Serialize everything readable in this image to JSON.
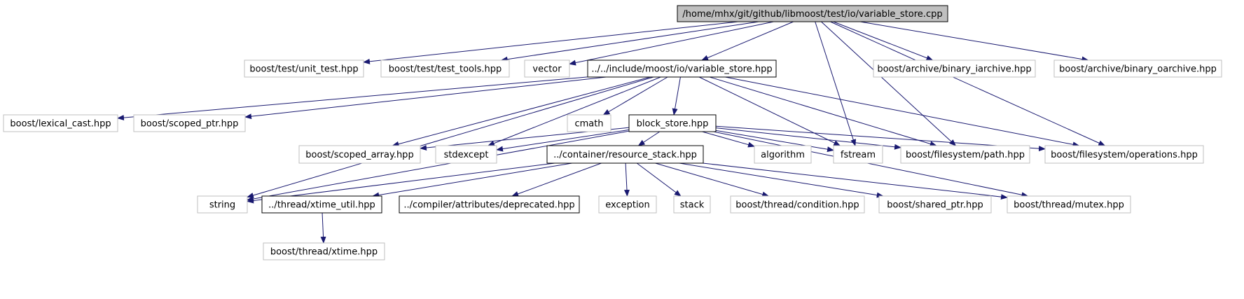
{
  "colors": {
    "edge": "#191970",
    "node_border_grey": "#bfbfbf",
    "node_border_black": "#000000",
    "root_fill": "#bfbfbf",
    "background": "#ffffff"
  },
  "nodes": [
    {
      "id": "root",
      "label": "/home/mhx/git/github/libmoost/test/io/variable_store.cpp",
      "style": "root"
    },
    {
      "id": "unit_test",
      "label": "boost/test/unit_test.hpp",
      "style": "grey"
    },
    {
      "id": "test_tools",
      "label": "boost/test/test_tools.hpp",
      "style": "grey"
    },
    {
      "id": "vector",
      "label": "vector",
      "style": "grey"
    },
    {
      "id": "variable_store_hpp",
      "label": "../../include/moost/io/variable_store.hpp",
      "style": "black"
    },
    {
      "id": "binary_iarchive",
      "label": "boost/archive/binary_iarchive.hpp",
      "style": "grey"
    },
    {
      "id": "binary_oarchive",
      "label": "boost/archive/binary_oarchive.hpp",
      "style": "grey"
    },
    {
      "id": "lexical_cast",
      "label": "boost/lexical_cast.hpp",
      "style": "grey"
    },
    {
      "id": "scoped_ptr",
      "label": "boost/scoped_ptr.hpp",
      "style": "grey"
    },
    {
      "id": "cmath",
      "label": "cmath",
      "style": "grey"
    },
    {
      "id": "block_store",
      "label": "block_store.hpp",
      "style": "black"
    },
    {
      "id": "scoped_array",
      "label": "boost/scoped_array.hpp",
      "style": "grey"
    },
    {
      "id": "stdexcept",
      "label": "stdexcept",
      "style": "grey"
    },
    {
      "id": "resource_stack",
      "label": "../container/resource_stack.hpp",
      "style": "black"
    },
    {
      "id": "algorithm",
      "label": "algorithm",
      "style": "grey"
    },
    {
      "id": "fstream",
      "label": "fstream",
      "style": "grey"
    },
    {
      "id": "fs_path",
      "label": "boost/filesystem/path.hpp",
      "style": "grey"
    },
    {
      "id": "fs_operations",
      "label": "boost/filesystem/operations.hpp",
      "style": "grey"
    },
    {
      "id": "string",
      "label": "string",
      "style": "grey"
    },
    {
      "id": "xtime_util",
      "label": "../thread/xtime_util.hpp",
      "style": "black"
    },
    {
      "id": "deprecated",
      "label": "../compiler/attributes/deprecated.hpp",
      "style": "black"
    },
    {
      "id": "exception",
      "label": "exception",
      "style": "grey"
    },
    {
      "id": "stack",
      "label": "stack",
      "style": "grey"
    },
    {
      "id": "condition",
      "label": "boost/thread/condition.hpp",
      "style": "grey"
    },
    {
      "id": "shared_ptr",
      "label": "boost/shared_ptr.hpp",
      "style": "grey"
    },
    {
      "id": "mutex",
      "label": "boost/thread/mutex.hpp",
      "style": "grey"
    },
    {
      "id": "xtime",
      "label": "boost/thread/xtime.hpp",
      "style": "grey"
    }
  ],
  "edges": [
    [
      "root",
      "unit_test"
    ],
    [
      "root",
      "test_tools"
    ],
    [
      "root",
      "vector"
    ],
    [
      "root",
      "variable_store_hpp"
    ],
    [
      "root",
      "fstream"
    ],
    [
      "root",
      "fs_path"
    ],
    [
      "root",
      "binary_iarchive"
    ],
    [
      "root",
      "binary_oarchive"
    ],
    [
      "root",
      "fs_operations"
    ],
    [
      "variable_store_hpp",
      "lexical_cast"
    ],
    [
      "variable_store_hpp",
      "scoped_ptr"
    ],
    [
      "variable_store_hpp",
      "string"
    ],
    [
      "variable_store_hpp",
      "scoped_array"
    ],
    [
      "variable_store_hpp",
      "stdexcept"
    ],
    [
      "variable_store_hpp",
      "cmath"
    ],
    [
      "variable_store_hpp",
      "block_store"
    ],
    [
      "variable_store_hpp",
      "fstream"
    ],
    [
      "variable_store_hpp",
      "fs_path"
    ],
    [
      "variable_store_hpp",
      "fs_operations"
    ],
    [
      "block_store",
      "scoped_array"
    ],
    [
      "block_store",
      "stdexcept"
    ],
    [
      "block_store",
      "string"
    ],
    [
      "block_store",
      "resource_stack"
    ],
    [
      "block_store",
      "algorithm"
    ],
    [
      "block_store",
      "fstream"
    ],
    [
      "block_store",
      "fs_path"
    ],
    [
      "block_store",
      "fs_operations"
    ],
    [
      "block_store",
      "mutex"
    ],
    [
      "resource_stack",
      "string"
    ],
    [
      "resource_stack",
      "xtime_util"
    ],
    [
      "resource_stack",
      "deprecated"
    ],
    [
      "resource_stack",
      "exception"
    ],
    [
      "resource_stack",
      "stack"
    ],
    [
      "resource_stack",
      "condition"
    ],
    [
      "resource_stack",
      "shared_ptr"
    ],
    [
      "resource_stack",
      "mutex"
    ],
    [
      "xtime_util",
      "xtime"
    ]
  ]
}
